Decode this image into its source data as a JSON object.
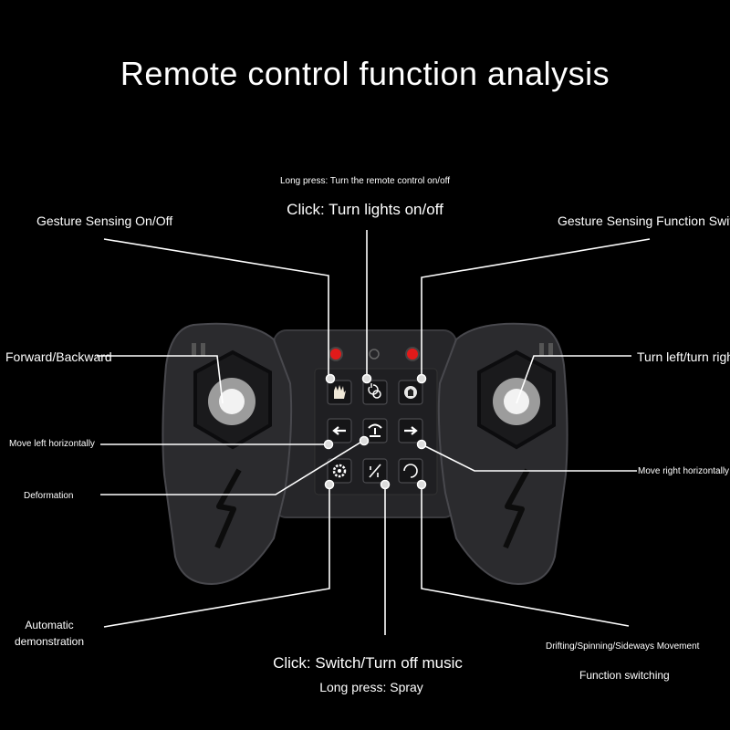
{
  "title": "Remote control function analysis",
  "labels": {
    "top_small": "Long press: Turn the remote control on/off",
    "top_large": "Click: Turn lights on/off",
    "gesture_on_off": "Gesture Sensing On/Off",
    "gesture_switch": "Gesture Sensing Function Switch",
    "forward_backward": "Forward/Backward",
    "turn_left_right": "Turn left/turn right",
    "move_left": "Move left horizontally",
    "move_right": "Move right horizontally",
    "deformation": "Deformation",
    "auto_demo_line1": "Automatic",
    "auto_demo_line2": "demonstration",
    "bottom_large1": "Click: Switch/Turn off music",
    "bottom_large2": "Long press: Spray",
    "drift": "Drifting/Spinning/Sideways Movement",
    "function_switching": "Function switching"
  },
  "colors": {
    "background": "#000000",
    "controller_body": "#2b2b2e",
    "button": "#161618",
    "indicator_red": "#e11a1a",
    "callout": "#ffffff"
  },
  "buttons": [
    {
      "name": "gesture-button",
      "icon": "hand-icon"
    },
    {
      "name": "light-button",
      "icon": "light-power-icon"
    },
    {
      "name": "gesture-switch-button",
      "icon": "gesture-switch-icon"
    },
    {
      "name": "left-button",
      "icon": "arrow-left-icon"
    },
    {
      "name": "deform-button",
      "icon": "transform-icon"
    },
    {
      "name": "right-button",
      "icon": "arrow-right-icon"
    },
    {
      "name": "demo-button",
      "icon": "gear-icon"
    },
    {
      "name": "music-spray-button",
      "icon": "music-spray-icon"
    },
    {
      "name": "drift-button",
      "icon": "rotate-360-icon"
    }
  ]
}
